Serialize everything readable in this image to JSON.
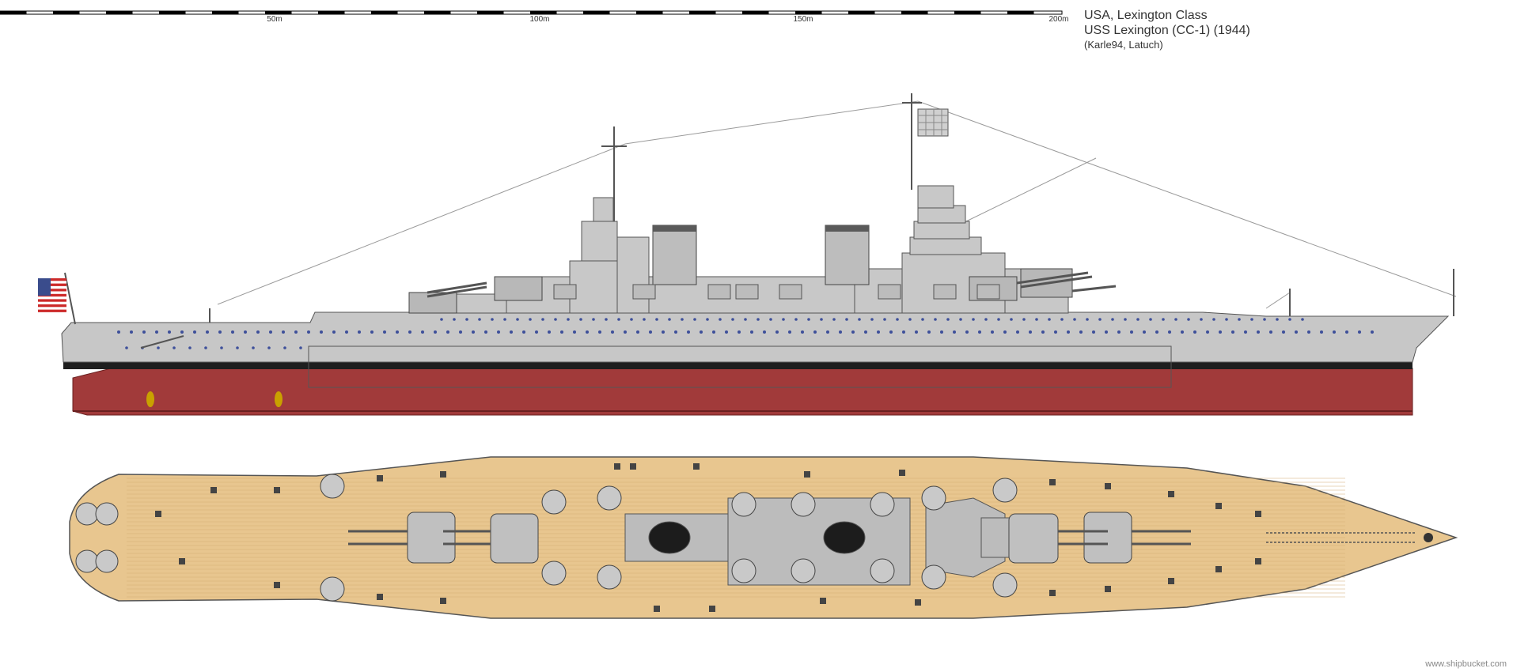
{
  "header": {
    "line1": "USA, Lexington Class",
    "line2": "USS Lexington (CC-1) (1944)",
    "line3": "(Karle94, Latuch)"
  },
  "scale_bar": {
    "labels": [
      "50m",
      "100m",
      "150m",
      "200m"
    ]
  },
  "colors": {
    "hull_grey": "#c7c7c7",
    "boot_topping": "#1e1e1e",
    "hull_red": "#a13a3a",
    "deck_wood": "#e8c68f",
    "deck_grey": "#bcbcbc",
    "turret_grey": "#b4b4b4",
    "flag_red": "#cc2a2a",
    "flag_blue": "#3a4c8c",
    "propeller": "#c9a100"
  },
  "footer": {
    "site": "www.shipbucket.com"
  }
}
